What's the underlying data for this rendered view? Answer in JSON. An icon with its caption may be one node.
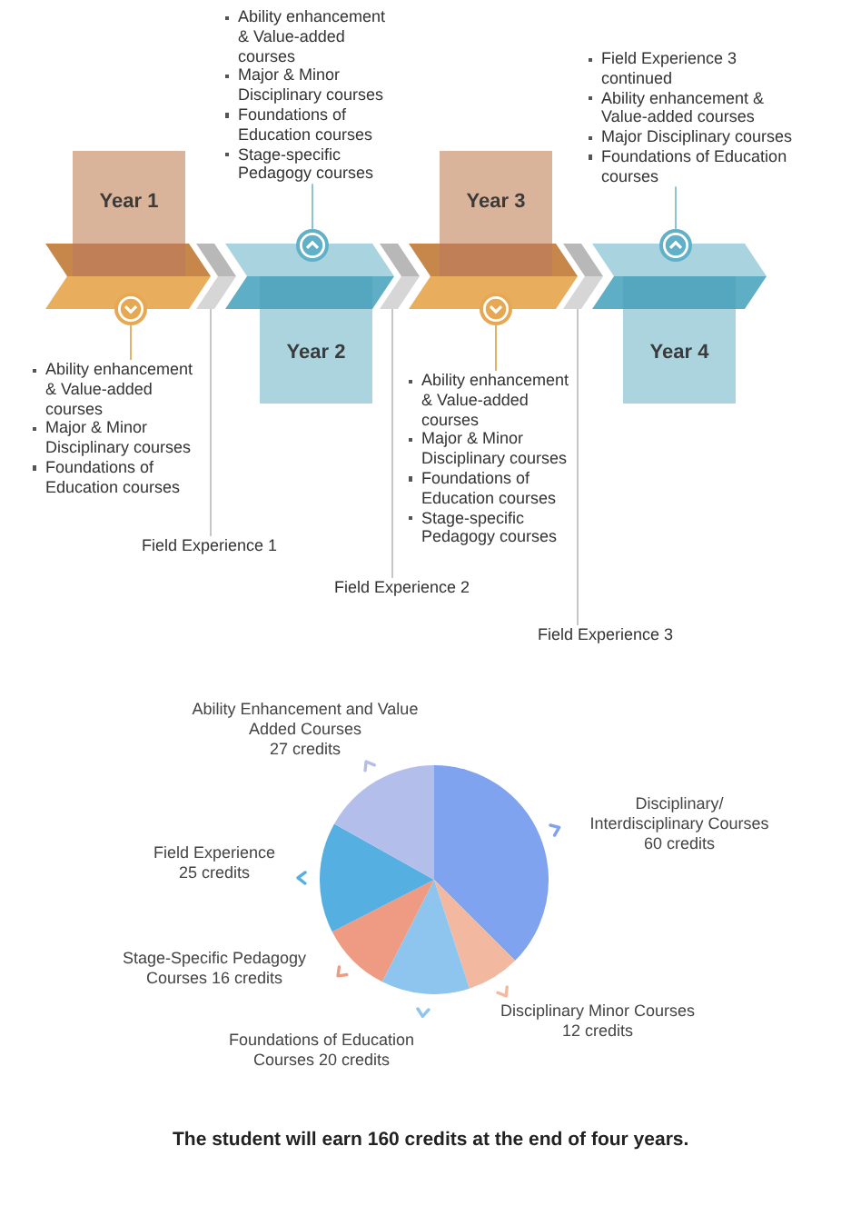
{
  "diagram": {
    "caption": "The student will earn 160 credits at the end of four years.",
    "nodes": [
      {
        "text": [
          "Year 1"
        ]
      },
      {
        "text": [],
        "shape": "circle"
      },
      {
        "text": [
          "Ability enhancement & Value-added courses",
          "Major & Minor Disciplinary courses",
          "Foundations of Education courses"
        ]
      },
      {
        "text": [],
        "shape": "chevron"
      },
      {
        "text": [
          "Field Experience 1"
        ]
      },
      {
        "text": [
          "Year 2"
        ]
      },
      {
        "text": [],
        "shape": "circle"
      },
      {
        "text": [
          "Ability enhancement & Value-added courses",
          "Major & Minor Disciplinary courses",
          "Foundations of Education courses",
          "Stage-specific Pedagogy courses"
        ]
      },
      {
        "text": [],
        "shape": "chevron"
      },
      {
        "text": [
          "Field Experience 2"
        ]
      },
      {
        "text": [
          "Year 3"
        ]
      },
      {
        "text": [],
        "shape": "circle"
      },
      {
        "text": [
          "Ability enhancement & Value-added courses",
          "Major & Minor Disciplinary courses",
          "Foundations of Education courses",
          "Stage-specific Pedagogy courses"
        ]
      },
      {
        "text": [],
        "shape": "chevron"
      },
      {
        "text": [
          "Field Experience 3"
        ]
      },
      {
        "text": [
          "Year 4"
        ]
      },
      {
        "text": [],
        "shape": "circle"
      },
      {
        "text": [
          "Field Experience 3 continued",
          "Ability enhancement & Value-added courses",
          "Major Disciplinary courses",
          "Foundations of Education courses"
        ]
      }
    ],
    "edges": [
      {
        "from": 2,
        "to": 1,
        "arrow": "none",
        "color": "#e3b26a"
      },
      {
        "from": 4,
        "to": 3,
        "arrow": "none"
      },
      {
        "from": 7,
        "to": 6,
        "arrow": "none",
        "color": "#8fc3d3"
      },
      {
        "from": 9,
        "to": 8,
        "arrow": "none"
      },
      {
        "from": 12,
        "to": 11,
        "arrow": "none",
        "color": "#e3b26a"
      },
      {
        "from": 14,
        "to": 13,
        "arrow": "none"
      },
      {
        "from": 17,
        "to": 16,
        "arrow": "none",
        "color": "#8fc3d3"
      }
    ],
    "chart_data": {
      "type": "pie",
      "categories": [
        "Disciplinary/ Interdisciplinary Courses",
        "Disciplinary Minor Courses",
        "Foundations of Education Courses",
        "Stage-Specific Pedagogy Courses",
        "Field Experience",
        "Ability Enhancement and Value Added Courses"
      ],
      "values": [
        60,
        12,
        20,
        16,
        25,
        27
      ],
      "value_labels": [
        "60 credits",
        "12 credits",
        "20 credits",
        "16 credits",
        "25 credits",
        "27 credits"
      ]
    }
  }
}
